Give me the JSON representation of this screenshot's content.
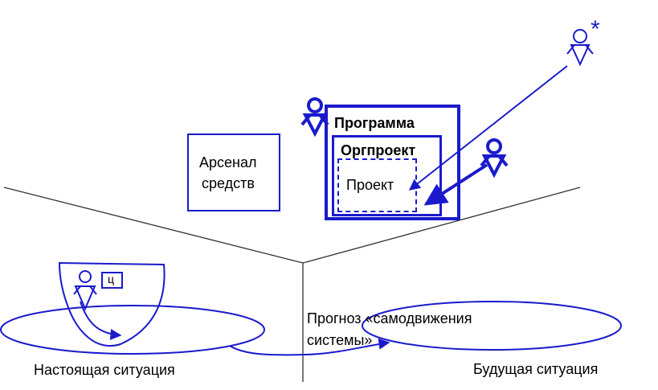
{
  "labels": {
    "arsenal_line1": "Арсенал",
    "arsenal_line2": "средств",
    "programma": "Программа",
    "orgproekt": "Оргпроект",
    "proekt": "Проект",
    "goal_mark": "ц",
    "star_mark": "*",
    "prognoz_line1": "Прогноз «самодвижения",
    "prognoz_line2": "системы»",
    "present_situation": "Настоящая ситуация",
    "future_situation": "Будущая ситуация"
  },
  "colors": {
    "primary": "#1a1acc",
    "lines": "#333333",
    "text": "#000000"
  }
}
